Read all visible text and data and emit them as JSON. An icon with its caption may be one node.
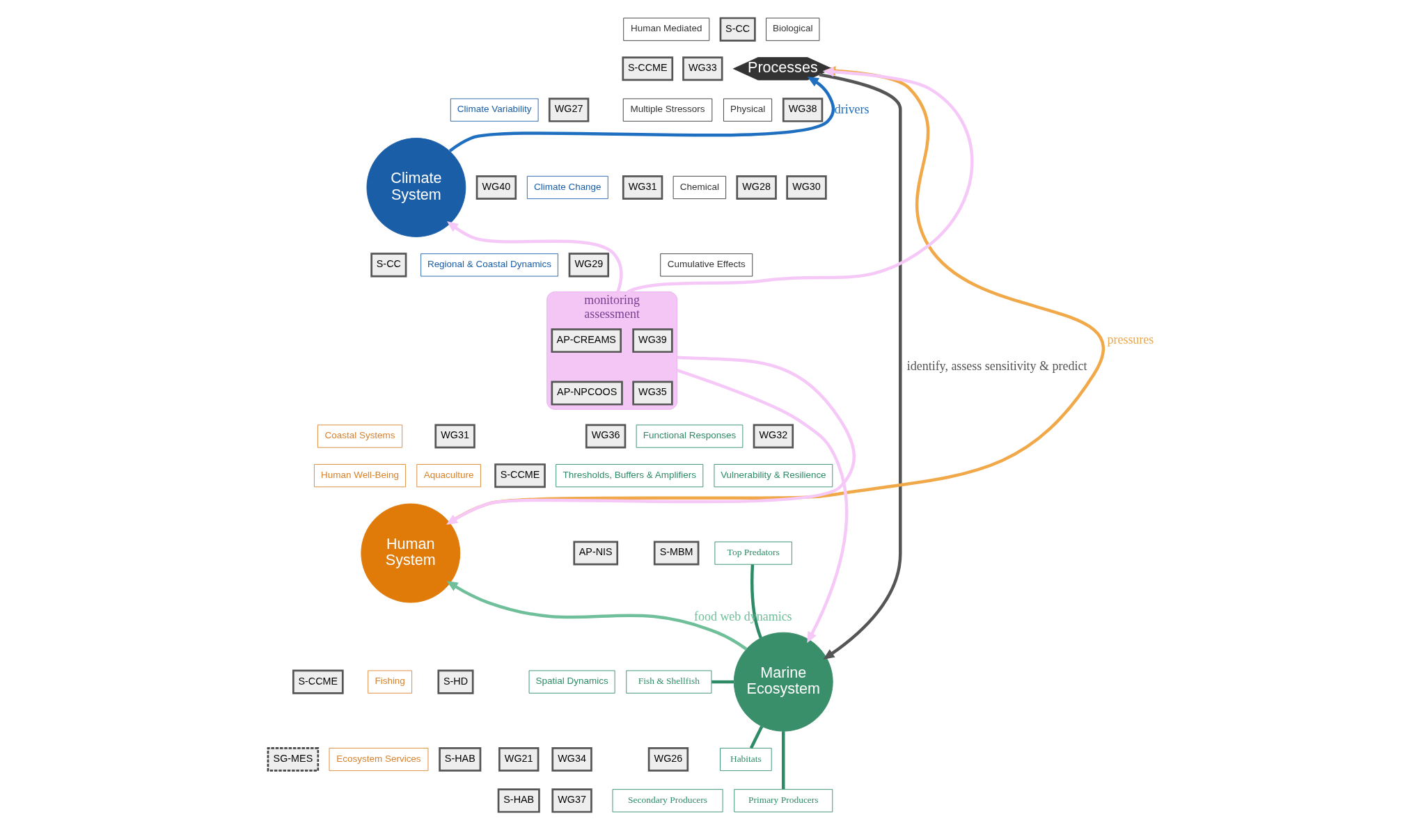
{
  "diagram": {
    "nodes": [
      {
        "text": [
          "Climate System"
        ]
      },
      {
        "text": [
          "WG27"
        ]
      },
      {
        "text": [
          "Climate Variability"
        ]
      },
      {
        "text": [
          "Climate Change"
        ]
      },
      {
        "text": [
          "WG40"
        ]
      },
      {
        "text": [
          "WG29"
        ]
      },
      {
        "text": [
          "S-CC"
        ]
      },
      {
        "text": [
          "Regional & Coastal Dynamics"
        ]
      },
      {
        "text": [
          "Processes"
        ]
      },
      {
        "text": [
          "S-CC"
        ]
      },
      {
        "text": [
          "Biological"
        ]
      },
      {
        "text": [
          "Human Mediated"
        ]
      },
      {
        "text": [
          "WG33"
        ]
      },
      {
        "text": [
          "S-CCME"
        ]
      },
      {
        "text": [
          "WG38"
        ]
      },
      {
        "text": [
          "Multiple Stressors"
        ]
      },
      {
        "text": [
          "Physical"
        ]
      },
      {
        "text": [
          "WG30"
        ]
      },
      {
        "text": [
          "WG31"
        ]
      },
      {
        "text": [
          "WG28"
        ]
      },
      {
        "text": [
          "Chemical"
        ]
      },
      {
        "text": [
          "Cumulative Effects"
        ]
      },
      {
        "text": [
          "monitoring",
          "assessment"
        ]
      },
      {
        "text": [
          "AP-CREAMS"
        ],
        "in": 22
      },
      {
        "text": [
          "WG39"
        ],
        "in": 22
      },
      {
        "text": [
          "AP-NPCOOS"
        ],
        "in": 22
      },
      {
        "text": [
          "WG35"
        ],
        "in": 22
      },
      {
        "text": [
          "Marine Ecosystem"
        ]
      },
      {
        "text": [
          "WG32"
        ]
      },
      {
        "text": [
          "Functional Responses"
        ]
      },
      {
        "text": [
          "WG36"
        ]
      },
      {
        "text": [
          "Vulnerability & Resilience"
        ]
      },
      {
        "text": [
          "S-CCME"
        ]
      },
      {
        "text": [
          "Thresholds, Buffers & Amplifiers"
        ]
      },
      {
        "text": [
          "S-MBM"
        ]
      },
      {
        "text": [
          "Top Predators"
        ]
      },
      {
        "text": [
          "AP-NIS"
        ]
      },
      {
        "text": [
          "Spatial Dynamics"
        ]
      },
      {
        "text": [
          "WG21"
        ]
      },
      {
        "text": [
          "Fish & Shellfish"
        ]
      },
      {
        "text": [
          "WG26"
        ]
      },
      {
        "text": [
          "Habitats"
        ]
      },
      {
        "text": [
          "WG34"
        ]
      },
      {
        "text": [
          "Secondary Producers"
        ]
      },
      {
        "text": [
          "Primary Producers"
        ]
      },
      {
        "text": [
          "S-HAB"
        ]
      },
      {
        "text": [
          "WG37"
        ]
      },
      {
        "text": [
          "Human System"
        ]
      },
      {
        "text": [
          "WG31"
        ]
      },
      {
        "text": [
          "Coastal Systems"
        ]
      },
      {
        "text": [
          "Aquaculture"
        ]
      },
      {
        "text": [
          "Human Well-Being"
        ]
      },
      {
        "text": [
          "Fishing"
        ]
      },
      {
        "text": [
          "S-CCME"
        ]
      },
      {
        "text": [
          "S-HD"
        ]
      },
      {
        "text": [
          "Ecosystem Services"
        ]
      },
      {
        "text": [
          "SG-MES"
        ]
      },
      {
        "text": [
          "S-HAB"
        ]
      }
    ],
    "edges": [
      {
        "from": 0,
        "to": 8,
        "arrow": "to",
        "label": "drivers",
        "color": "#1f6fc0"
      },
      {
        "from": 47,
        "to": 8,
        "arrow": "to",
        "label": "pressures",
        "color": "#f0a848"
      },
      {
        "from": 8,
        "to": 27,
        "arrow": "to",
        "label": "identify, assess sensitivity & predict",
        "color": "#555555"
      },
      {
        "from": 27,
        "to": 47,
        "arrow": "to",
        "label": "food web dynamics",
        "color": "#6fbf9a"
      },
      {
        "from": 22,
        "to": 0,
        "arrow": "to",
        "color": "#f5c8f7"
      },
      {
        "from": 22,
        "to": 8,
        "arrow": "to",
        "color": "#f5c8f7"
      },
      {
        "from": 22,
        "to": 47,
        "arrow": "to",
        "color": "#f5c8f7"
      },
      {
        "from": 22,
        "to": 27,
        "arrow": "to",
        "color": "#f5c8f7"
      },
      {
        "from": 27,
        "to": 35,
        "arrow": "none",
        "color": "#2e8b67"
      },
      {
        "from": 27,
        "to": 39,
        "arrow": "none",
        "color": "#2e8b67"
      },
      {
        "from": 27,
        "to": 44,
        "arrow": "none",
        "color": "#2e8b67"
      },
      {
        "from": 27,
        "to": 41,
        "arrow": "none",
        "color": "#2e8b67"
      }
    ]
  }
}
